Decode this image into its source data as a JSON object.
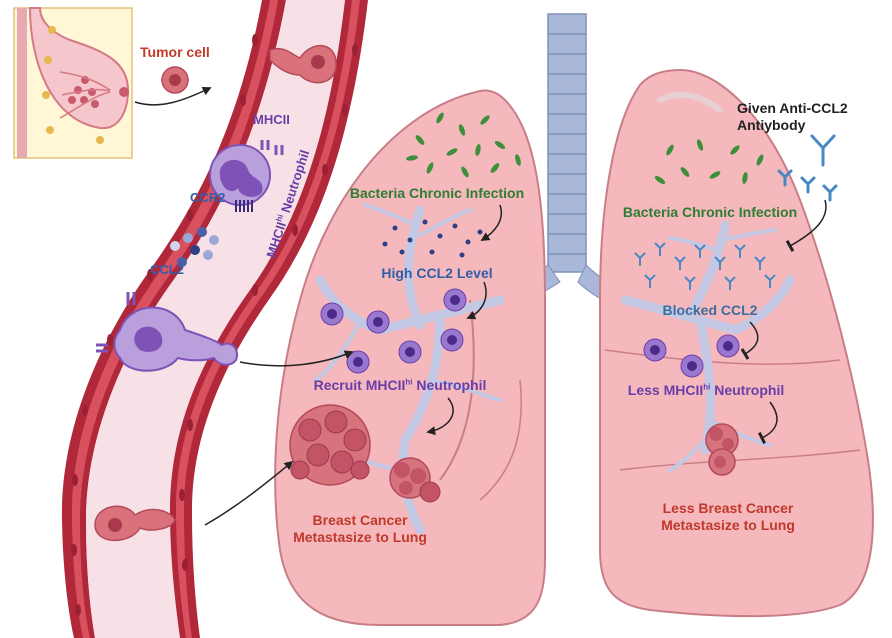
{
  "labels": {
    "tumor_cell": "Tumor cell",
    "mhcii": "MHCII",
    "ccr2": "CCR2",
    "ccl2": "CCL2",
    "neutrophil_prefix": "MHCII",
    "neutrophil_sup": "hi",
    "neutrophil_suffix": " Neutrophil",
    "left_infection": "Bacteria Chronic Infection",
    "high_ccl2": "High CCL2 Level",
    "recruit_prefix": "Recruit MHCII",
    "recruit_sup": "hi",
    "recruit_suffix": " Neutrophil",
    "left_outcome_1": "Breast Cancer",
    "left_outcome_2": "Metastasize to Lung",
    "antibody_1": "Given Anti-CCL2",
    "antibody_2": "Antiybody",
    "right_infection": "Bacteria Chronic Infection",
    "blocked": "Blocked CCL2",
    "less_prefix": "Less MHCII",
    "less_sup": "hi",
    "less_suffix": " Neutrophil",
    "right_outcome_1": "Less Breast Cancer",
    "right_outcome_2": "Metastasize to Lung"
  },
  "colors": {
    "vessel_wall": "#b0283a",
    "vessel_lumen": "#f7e1e6",
    "lung_fill": "#f4b8bd",
    "lung_stroke": "#c97e87",
    "airway": "#a9b8d9",
    "neutrophil": "#7f52b8",
    "tumor": "#d9727a",
    "antibody": "#4a88c4",
    "bacteria": "#3f8f3a"
  }
}
